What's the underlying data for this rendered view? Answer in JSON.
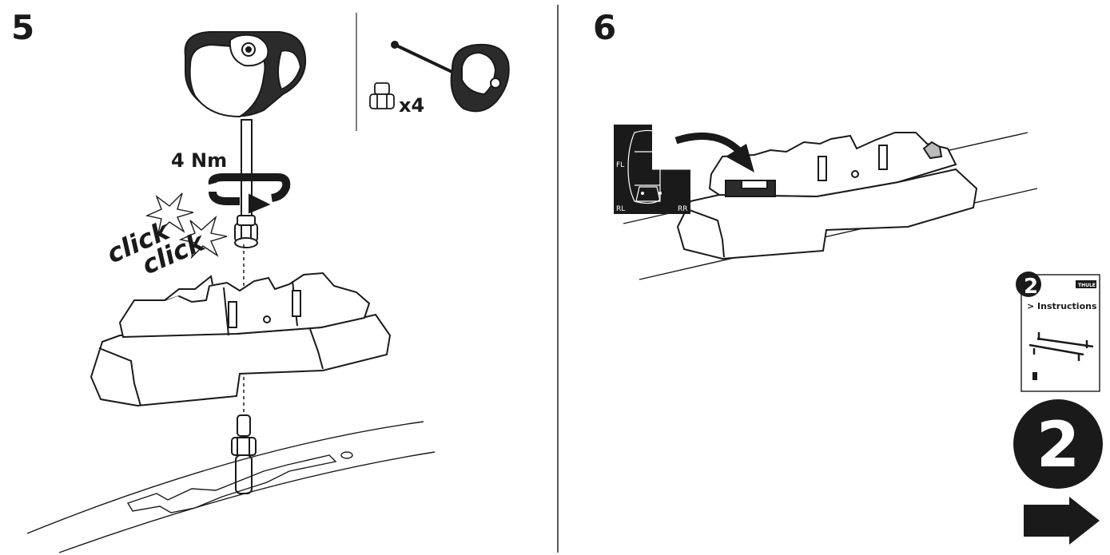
{
  "steps": [
    {
      "number": "5",
      "torque": "4 Nm",
      "sound": [
        "click",
        "click"
      ],
      "quantity": "x4"
    },
    {
      "number": "6",
      "positions": [
        "FL",
        "RL",
        "RR"
      ]
    }
  ],
  "booklet": {
    "number": "2",
    "brand": "THULE",
    "title": "> Instructions"
  },
  "next": {
    "number": "2"
  }
}
